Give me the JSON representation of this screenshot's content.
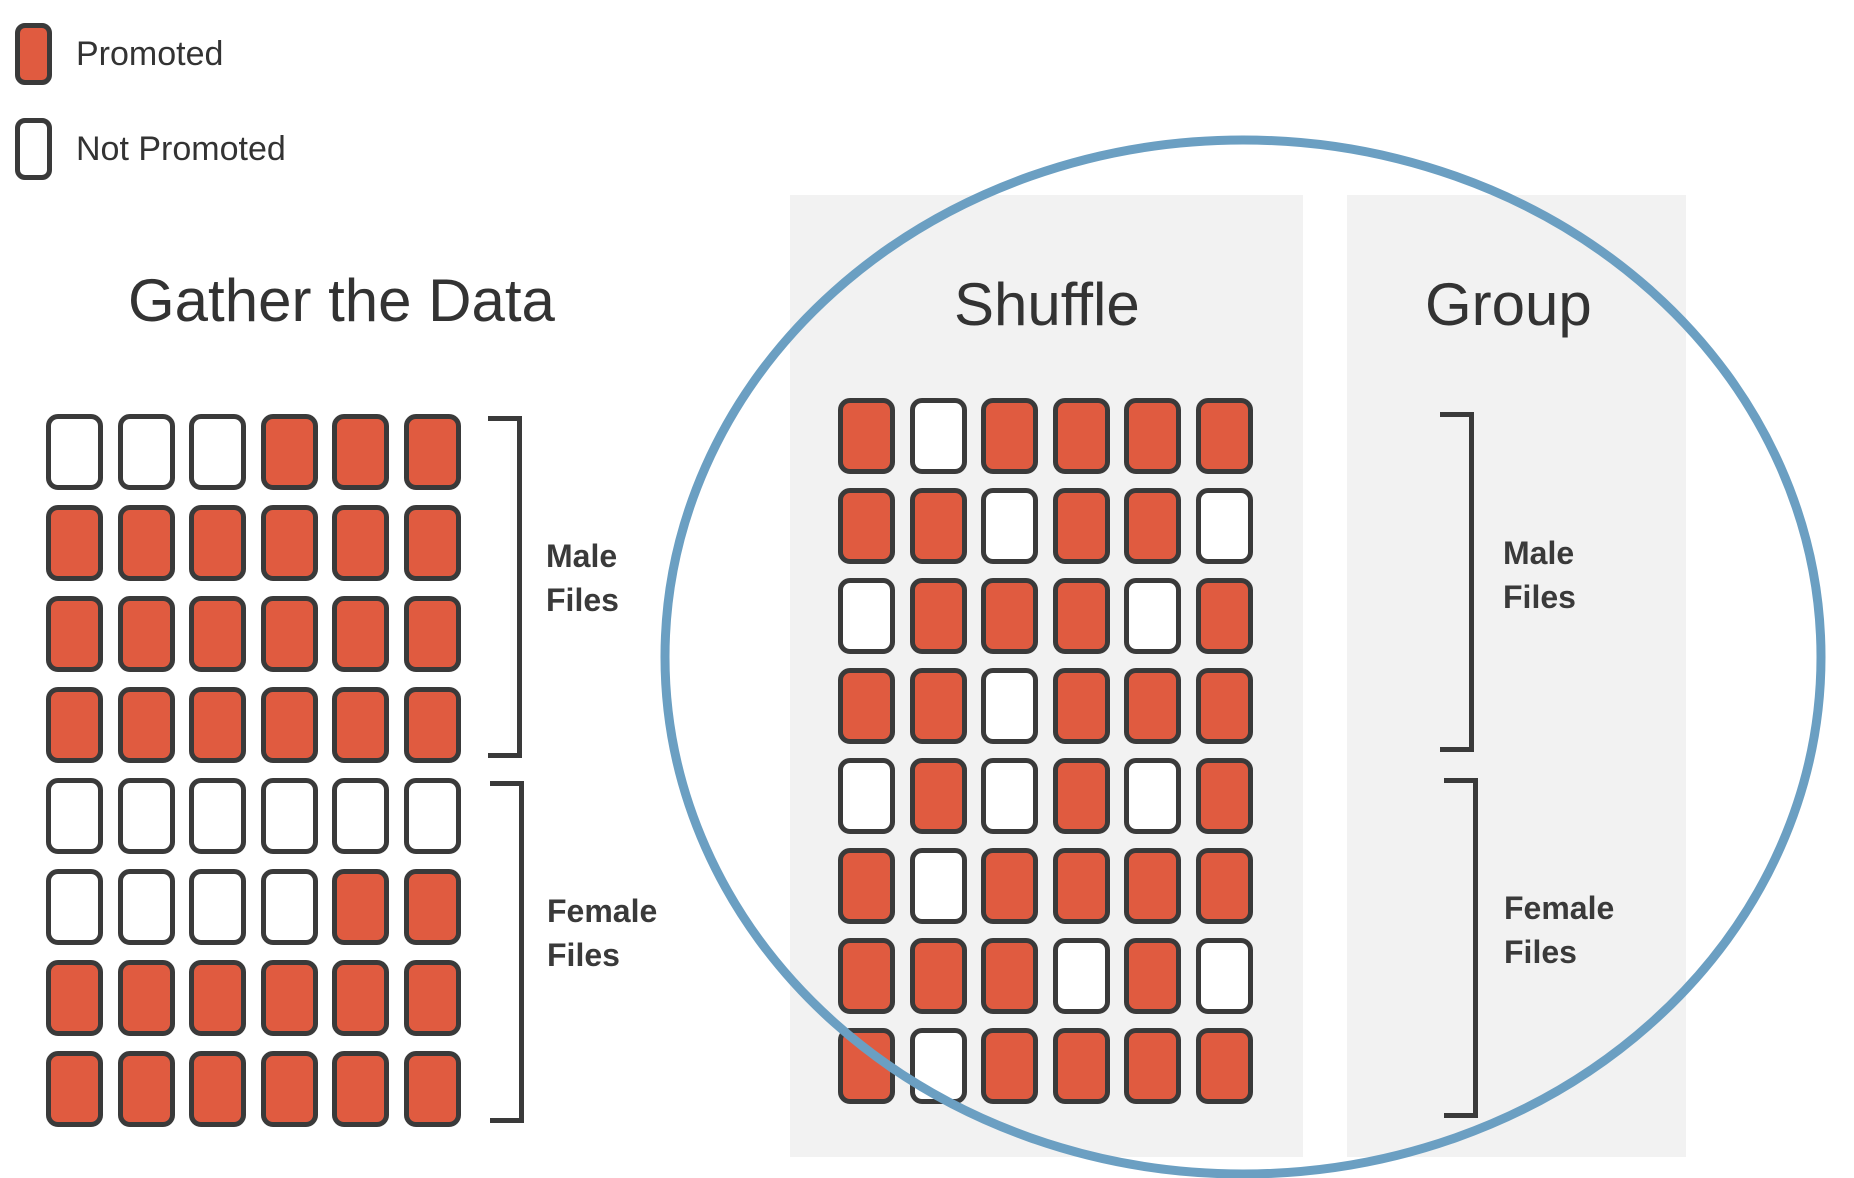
{
  "legend": {
    "promoted": {
      "label": "Promoted",
      "color": "#e05b40"
    },
    "not_promoted": {
      "label": "Not Promoted",
      "color": "#ffffff"
    }
  },
  "panels": {
    "gather": {
      "title": "Gather the Data",
      "grid": [
        [
          0,
          0,
          0,
          1,
          1,
          1
        ],
        [
          1,
          1,
          1,
          1,
          1,
          1
        ],
        [
          1,
          1,
          1,
          1,
          1,
          1
        ],
        [
          1,
          1,
          1,
          1,
          1,
          1
        ],
        [
          0,
          0,
          0,
          0,
          0,
          0
        ],
        [
          0,
          0,
          0,
          0,
          1,
          1
        ],
        [
          1,
          1,
          1,
          1,
          1,
          1
        ],
        [
          1,
          1,
          1,
          1,
          1,
          1
        ]
      ],
      "groups": [
        {
          "line1": "Male",
          "line2": "Files"
        },
        {
          "line1": "Female",
          "line2": "Files"
        }
      ]
    },
    "shuffle": {
      "title": "Shuffle",
      "grid": [
        [
          1,
          0,
          1,
          1,
          1,
          1
        ],
        [
          1,
          1,
          0,
          1,
          1,
          0
        ],
        [
          0,
          1,
          1,
          1,
          0,
          1
        ],
        [
          1,
          1,
          0,
          1,
          1,
          1
        ],
        [
          0,
          1,
          0,
          1,
          0,
          1
        ],
        [
          1,
          0,
          1,
          1,
          1,
          1
        ],
        [
          1,
          1,
          1,
          0,
          1,
          0
        ],
        [
          1,
          0,
          1,
          1,
          1,
          1
        ]
      ]
    },
    "group": {
      "title": "Group",
      "groups": [
        {
          "line1": "Male",
          "line2": "Files"
        },
        {
          "line1": "Female",
          "line2": "Files"
        }
      ]
    }
  },
  "colors": {
    "promoted": "#e05b40",
    "outline": "#3a3a3a",
    "circle": "#6b9fc2",
    "panel_bg": "#f2f2f2"
  }
}
